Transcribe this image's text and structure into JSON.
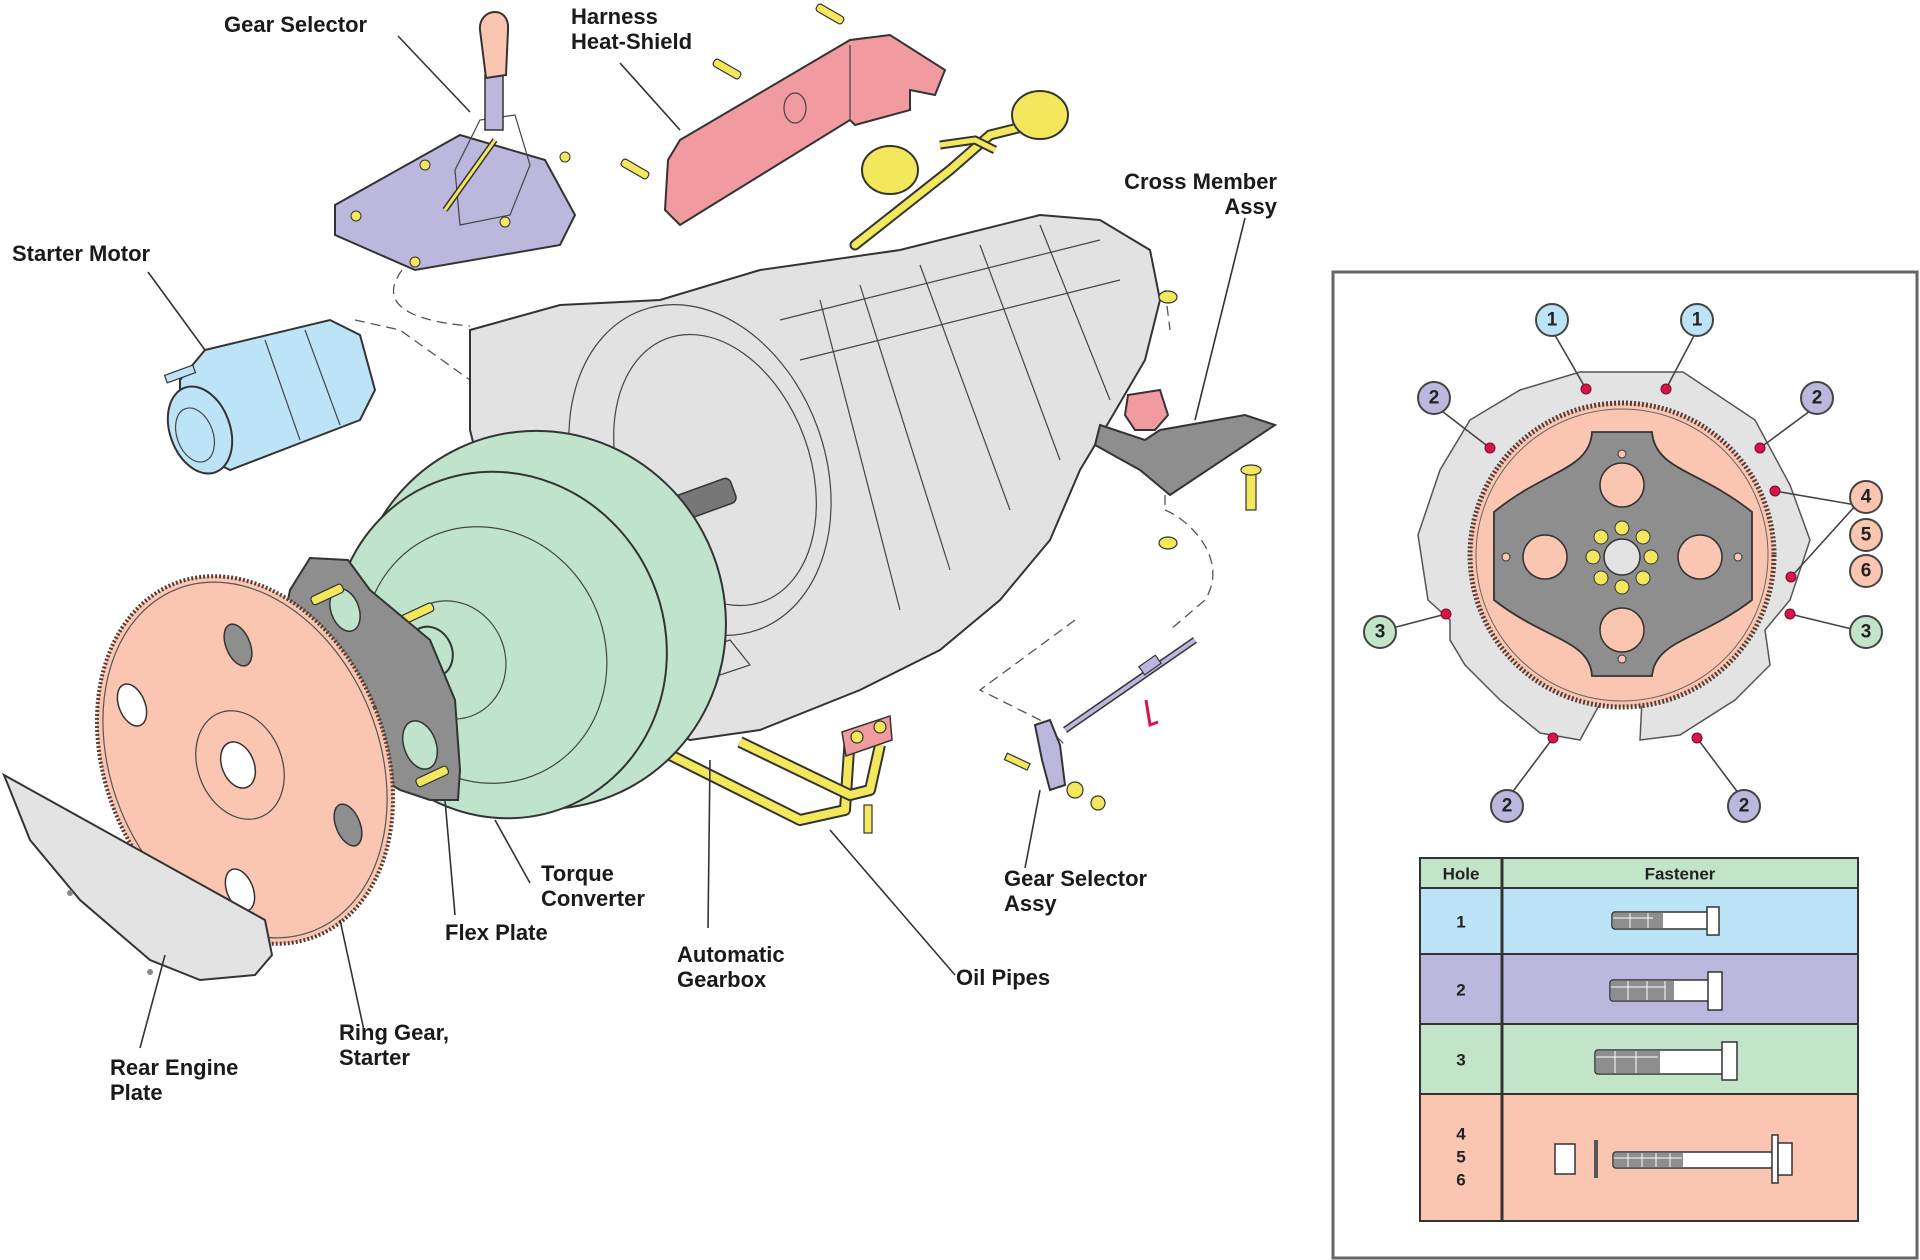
{
  "colors": {
    "gearbox": "#e2e2e2",
    "torque_converter": "#c0e4cb",
    "flex_plate": "#8e8e8e",
    "ring_gear": "#fac6b1",
    "rear_engine_plate": "#e3e3e3",
    "starter_motor": "#bde3f7",
    "gear_selector": "#bcb7dc",
    "heat_shield": "#f19aa0",
    "fastener_yellow": "#f3e85c",
    "hole_marker": "#d6154a",
    "callout_1": "#bde3f7",
    "callout_2": "#bcb7dc",
    "callout_3": "#c2e4c9",
    "callout_456": "#fac6b1",
    "table_header": "#c2e4c9"
  },
  "labels": {
    "gear_selector": "Gear Selector",
    "harness_heat_shield": [
      "Harness",
      "Heat-Shield"
    ],
    "starter_motor": "Starter Motor",
    "cross_member_assy": [
      "Cross Member",
      "Assy"
    ],
    "torque_converter": [
      "Torque",
      "Converter"
    ],
    "flex_plate": "Flex Plate",
    "automatic_gearbox": [
      "Automatic",
      "Gearbox"
    ],
    "oil_pipes": "Oil Pipes",
    "gear_selector_assy": [
      "Gear Selector",
      "Assy"
    ],
    "ring_gear_starter": [
      "Ring Gear,",
      "Starter"
    ],
    "rear_engine_plate": [
      "Rear Engine",
      "Plate"
    ]
  },
  "inset": {
    "callouts": [
      {
        "hole": "1",
        "group": "1"
      },
      {
        "hole": "1",
        "group": "1"
      },
      {
        "hole": "2",
        "group": "2"
      },
      {
        "hole": "2",
        "group": "2"
      },
      {
        "hole": "2",
        "group": "2"
      },
      {
        "hole": "2",
        "group": "2"
      },
      {
        "hole": "3",
        "group": "3"
      },
      {
        "hole": "3",
        "group": "3"
      },
      {
        "hole": "4",
        "group": "456"
      },
      {
        "hole": "5",
        "group": "456"
      },
      {
        "hole": "6",
        "group": "456"
      }
    ]
  },
  "fastener_table": {
    "headers": [
      "Hole",
      "Fastener"
    ],
    "rows": [
      {
        "holes": [
          "1"
        ],
        "fastener": "hex-bolt-short",
        "color": "#bde3f7"
      },
      {
        "holes": [
          "2"
        ],
        "fastener": "hex-bolt-medium",
        "color": "#bcb7dc"
      },
      {
        "holes": [
          "3"
        ],
        "fastener": "hex-bolt-long",
        "color": "#c2e4c9"
      },
      {
        "holes": [
          "4",
          "5",
          "6"
        ],
        "fastener": "nut-washer-flange-bolt",
        "color": "#fac6b1"
      }
    ]
  }
}
